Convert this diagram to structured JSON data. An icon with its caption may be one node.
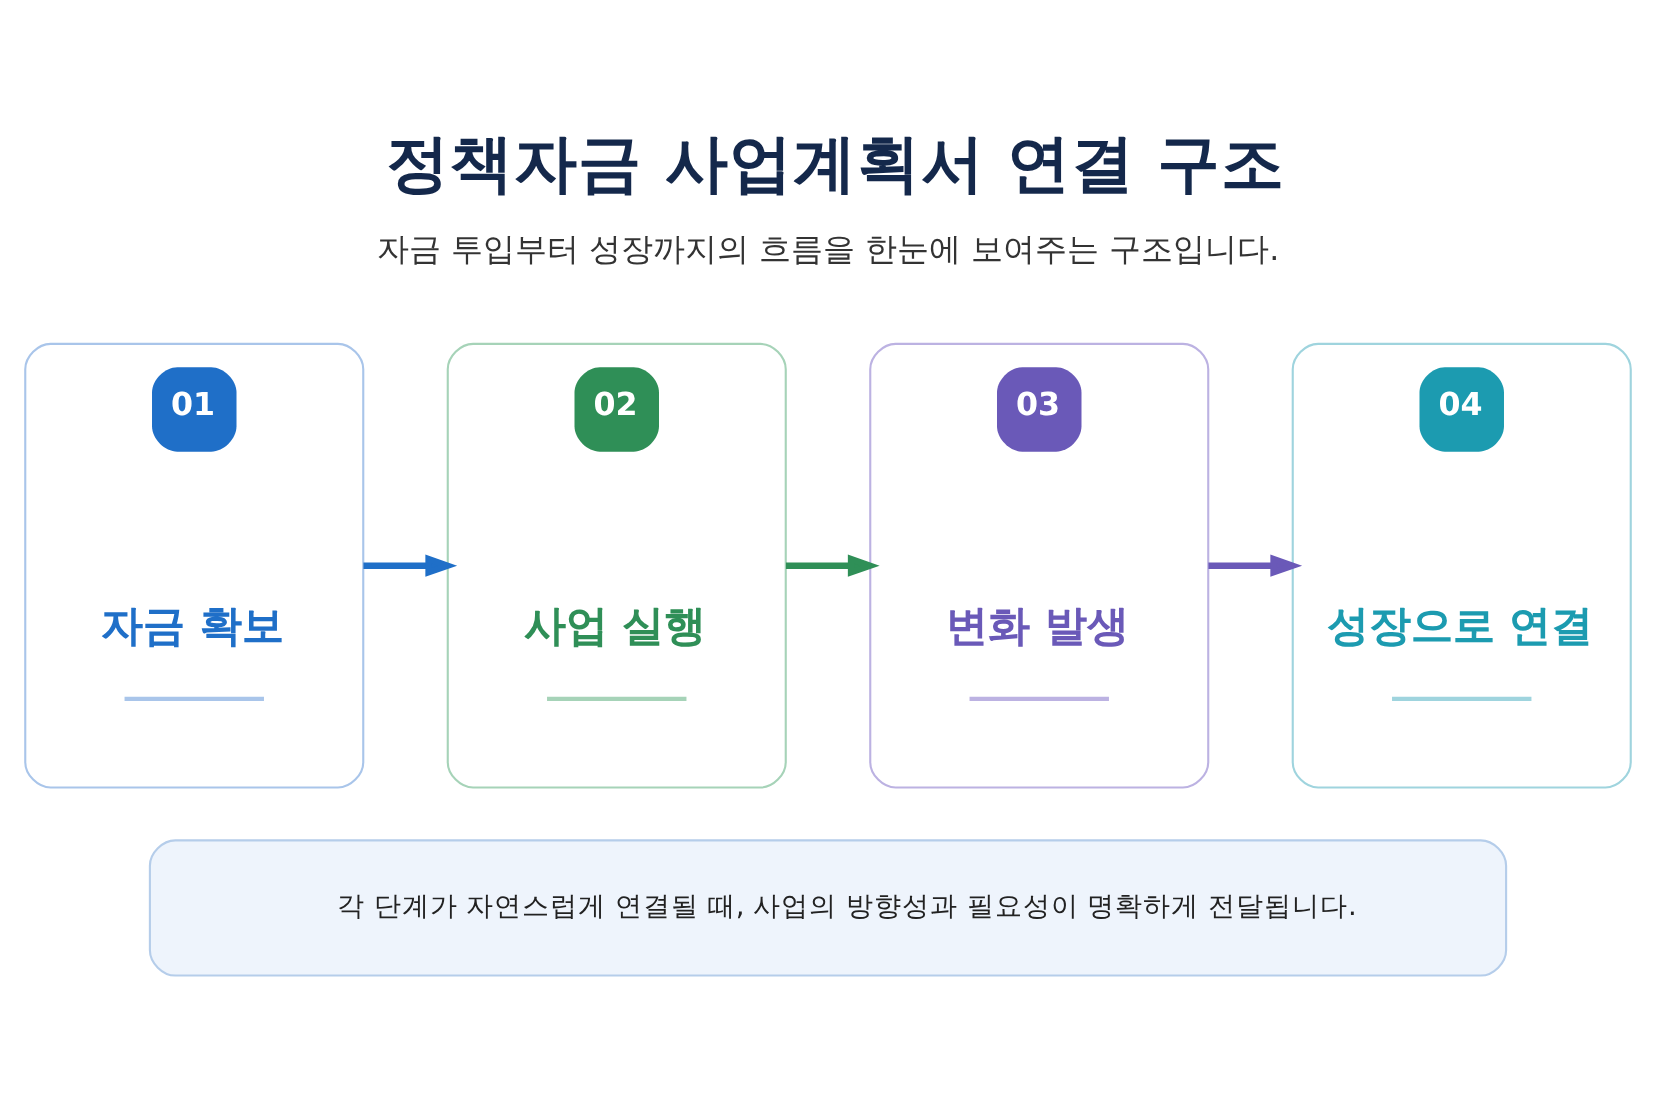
{
  "diagram": {
    "title": "정책자금 사업계획서 연결 구조",
    "nodes": [
      {
        "text": [
          "01",
          "자금 확보"
        ]
      },
      {
        "text": [
          "02",
          "사업 실행"
        ]
      },
      {
        "text": [
          "03",
          "변화 발생"
        ]
      },
      {
        "text": [
          "04",
          "성장으로 연결"
        ]
      },
      {
        "text": [
          "각 단계가 자연스럽게 연결될 때, 사업의 방향성과 필요성이 명확하게 전달됩니다."
        ]
      }
    ],
    "edges": [
      {
        "from": 0,
        "to": 1,
        "arrow": "to",
        "color": "#1f6fc8"
      },
      {
        "from": 1,
        "to": 2,
        "arrow": "to",
        "color": "#2f8f57"
      },
      {
        "from": 2,
        "to": 3,
        "arrow": "to",
        "color": "#6a59b8"
      }
    ],
    "labels": [
      "자금 투입부터 성장까지의 흐름을 한눈에 보여주는 구조입니다."
    ]
  }
}
